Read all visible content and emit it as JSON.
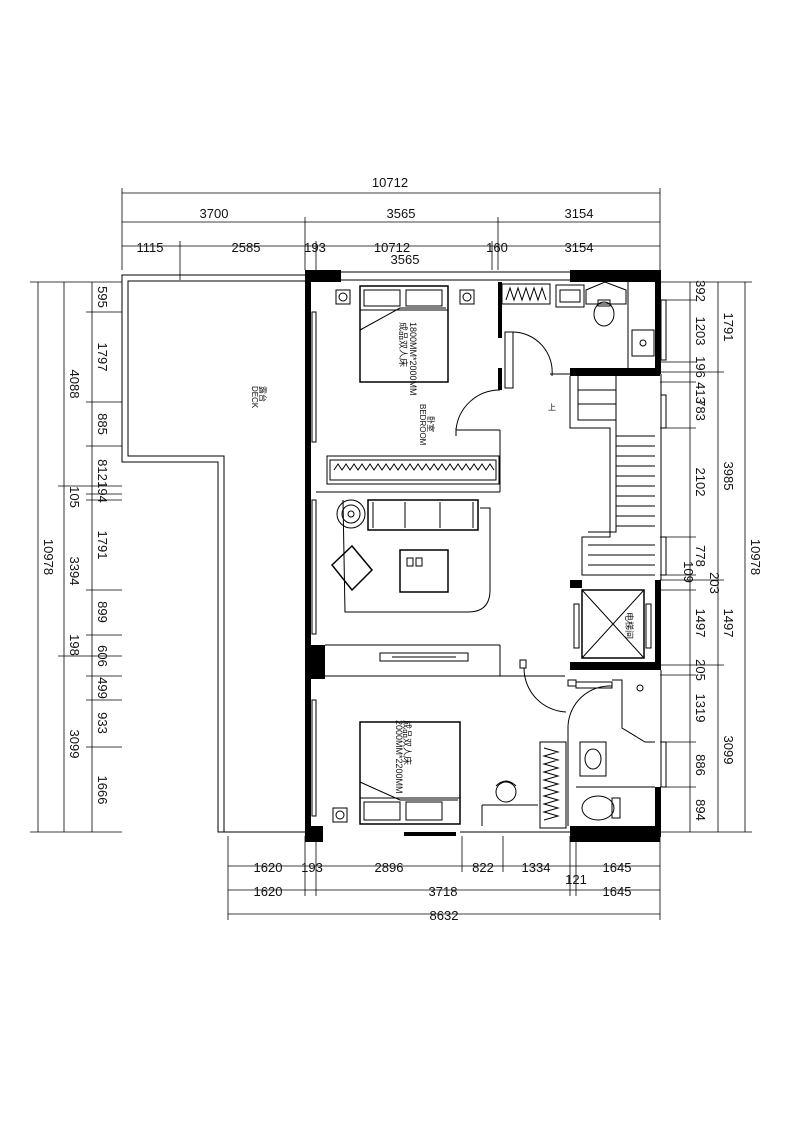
{
  "dims_top": {
    "overall": "10712",
    "row2": [
      "3700",
      "3565",
      "3154"
    ],
    "row3": [
      "1115",
      "2585",
      "193",
      "10712",
      "160",
      "3154"
    ],
    "row4": [
      "3565"
    ]
  },
  "dims_bottom": {
    "row1": [
      "1620",
      "193",
      "2896",
      "822",
      "1334",
      "1645"
    ],
    "row1b": [
      "121"
    ],
    "row2": [
      "1620",
      "3718",
      "1645"
    ],
    "overall": "8632"
  },
  "dims_left": {
    "overall": "10978",
    "outer": [
      "4088",
      "3394",
      "3099"
    ],
    "inner": [
      "595",
      "1797",
      "885",
      "812",
      "194",
      "105",
      "1791",
      "899",
      "198",
      "606",
      "499",
      "933",
      "1666"
    ]
  },
  "dims_right": {
    "overall": "10978",
    "outer": [
      "1791",
      "3985",
      "1497",
      "3099"
    ],
    "inner": [
      "392",
      "1203",
      "196",
      "413",
      "783",
      "2102",
      "778",
      "109",
      "203",
      "1497",
      "205",
      "1319",
      "886",
      "894"
    ]
  },
  "rooms": {
    "deck_en": "DECK",
    "deck_cn": "露台",
    "bedroom_en": "BEDROOM",
    "bedroom_cn": "卧室",
    "bed1_line1": "成品双人床",
    "bed1_line2": "1800MM*2000MM",
    "bed2_line1": "成品双人床",
    "bed2_line2": "2000MM*2200MM",
    "elevator": "电梯间",
    "stair_mark": "上"
  }
}
